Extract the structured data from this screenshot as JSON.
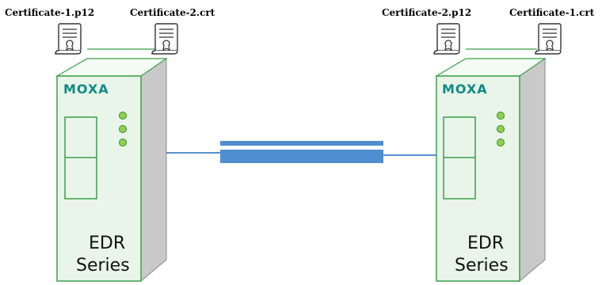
{
  "left_device": {
    "brand": "MOXA",
    "series_line1": "EDR",
    "series_line2": "Series",
    "certificates": [
      "Certificate-1.p12",
      "Certificate-2.crt"
    ]
  },
  "right_device": {
    "brand": "MOXA",
    "series_line1": "EDR",
    "series_line2": "Series",
    "certificates": [
      "Certificate-2.p12",
      "Certificate-1.crt"
    ]
  },
  "colors": {
    "device_front": "#e9f5e9",
    "device_outline": "#3aa04a",
    "device_side": "#c9c9c9",
    "brand": "#0f8a86",
    "led": "#8fd14f",
    "cable": "#5b8fcf",
    "tunnel": "#4f8fd0"
  },
  "icons": {
    "certificate": "certificate-document-icon",
    "led": "status-led-icon"
  }
}
